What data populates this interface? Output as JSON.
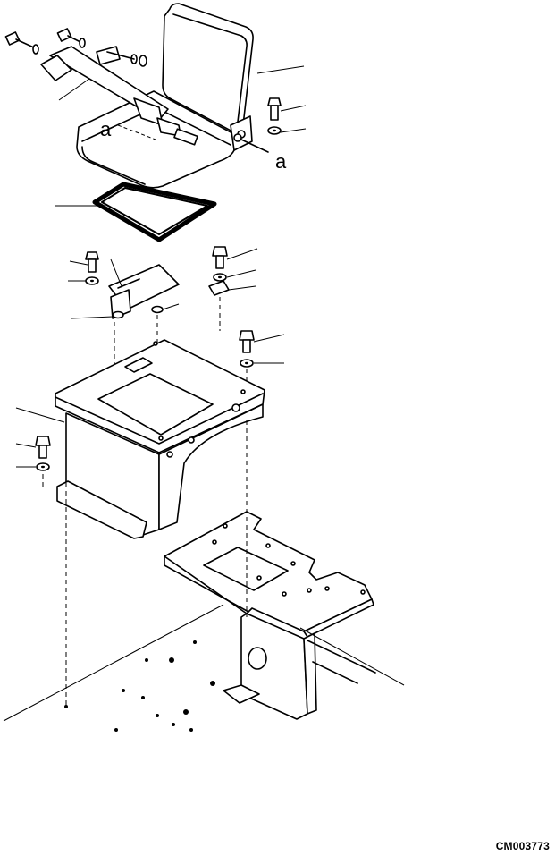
{
  "diagram": {
    "callout_a_top": "a",
    "callout_a_side": "a",
    "drawing_code": "CM003773"
  }
}
